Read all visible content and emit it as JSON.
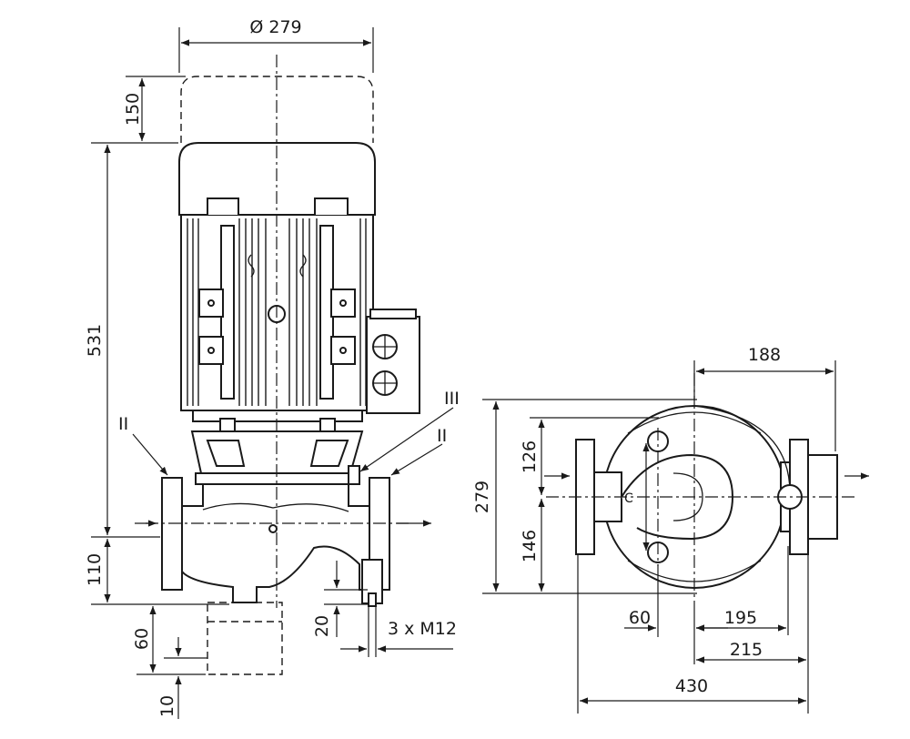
{
  "dimensions": {
    "motor_diameter": "Ø 279",
    "top_clearance": "150",
    "motor_height": "531",
    "flange_height": "110",
    "base_height": "60",
    "base_thickness": "10",
    "bolt_offset": "20",
    "bolts": "3 x M12",
    "side_width": "188",
    "flange_span": "279",
    "upper_offset": "126",
    "lower_offset": "146",
    "inner_offset": "60",
    "half_span_inner": "195",
    "half_span_outer": "215",
    "total_length": "430",
    "axis_marker": "C"
  },
  "callouts": {
    "detail_left": "II",
    "detail_center": "III",
    "detail_right": "II"
  }
}
